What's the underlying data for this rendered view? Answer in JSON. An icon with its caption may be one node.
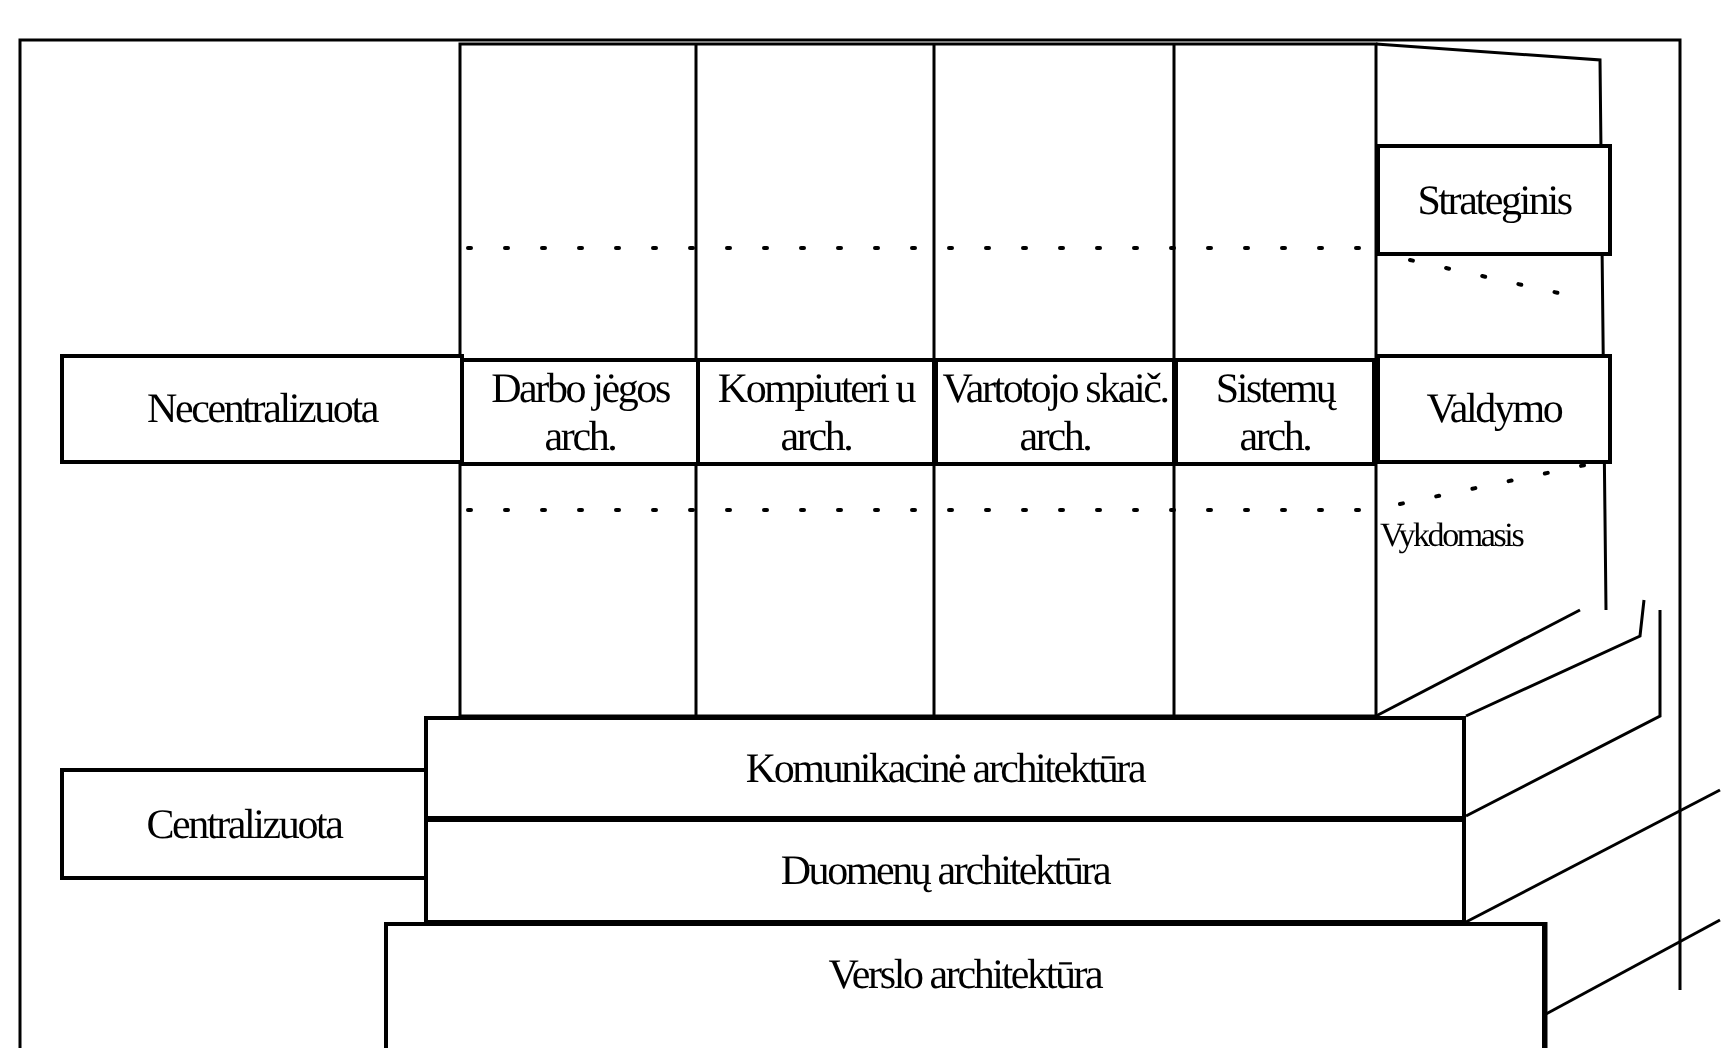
{
  "diagram": {
    "nodes": [
      {
        "text": [
          "Strateginis"
        ]
      },
      {
        "text": [
          "Necentralizuota"
        ]
      },
      {
        "text": [
          "Darbo jėgos arch."
        ]
      },
      {
        "text": [
          "Kompiuteri u arch."
        ]
      },
      {
        "text": [
          "Vartotojo skaič. arch."
        ]
      },
      {
        "text": [
          "Sistemų arch."
        ]
      },
      {
        "text": [
          "Valdymo"
        ]
      },
      {
        "text": [
          "Komunikacinė architektūra"
        ]
      },
      {
        "text": [
          "Centralizuota"
        ]
      },
      {
        "text": [
          "Duomenų architektūra"
        ]
      },
      {
        "text": [
          "Verslo architektūra"
        ]
      }
    ],
    "edges": [],
    "labels": [
      "Vykdomasis"
    ]
  }
}
